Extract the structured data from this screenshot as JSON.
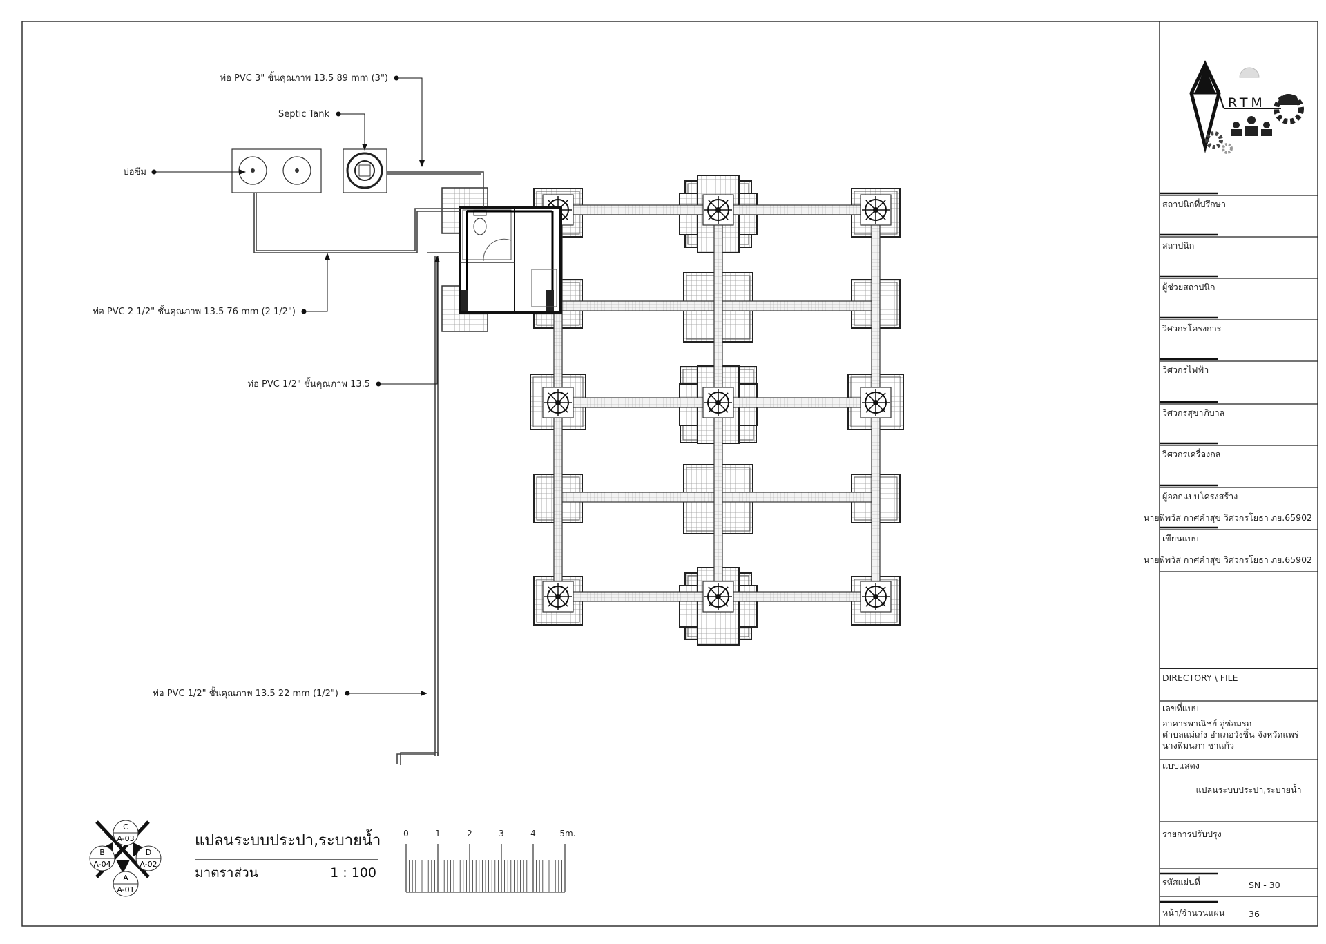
{
  "drawing": {
    "callouts": {
      "pipe_pvc_3in": "ท่อ PVC 3\" ชั้นคุณภาพ 13.5 89 mm (3\")",
      "septic_tank": "Septic Tank",
      "soak_pit": "บ่อซึม",
      "pipe_pvc_2_5in": "ท่อ PVC 2 1/2\" ชั้นคุณภาพ 13.5 76 mm (2 1/2\")",
      "pipe_pvc_half_short": "ท่อ PVC 1/2\" ชั้นคุณภาพ 13.5",
      "pipe_pvc_half_22mm": "ท่อ PVC 1/2\" ชั้นคุณภาพ 13.5 22 mm (1/2\")"
    },
    "compass": {
      "C": "C",
      "A03": "A-03",
      "B": "B",
      "A04": "A-04",
      "D": "D",
      "A02": "A-02",
      "A": "A",
      "A01": "A-01"
    },
    "plan_title": "แปลนระบบประปา,ระบายน้ำ",
    "scale_label": "มาตราส่วน",
    "scale_value": "1 : 100",
    "scale_bar": {
      "ticks": [
        "0",
        "1",
        "2",
        "3",
        "4",
        "5m."
      ]
    }
  },
  "title_block": {
    "logo_text": "RTM",
    "fields": [
      {
        "label": "สถาปนิกที่ปรึกษา",
        "value": ""
      },
      {
        "label": "สถาปนิก",
        "value": ""
      },
      {
        "label": "ผู้ช่วยสถาปนิก",
        "value": ""
      },
      {
        "label": "วิศวกรโครงการ",
        "value": ""
      },
      {
        "label": "วิศวกรไฟฟ้า",
        "value": ""
      },
      {
        "label": "วิศวกรสุขาภิบาล",
        "value": ""
      },
      {
        "label": "วิศวกรเครื่องกล",
        "value": ""
      },
      {
        "label": "ผู้ออกแบบโครงสร้าง",
        "value": "นายพิพวัส กาศคำสุข วิศวกรโยธา ภย.65902"
      },
      {
        "label": "เขียนแบบ",
        "value": "นายพิพวัส กาศคำสุข วิศวกรโยธา ภย.65902"
      }
    ],
    "directory_label": "DIRECTORY \\ FILE",
    "drawing_no_label": "เลขที่แบบ",
    "project_lines": [
      "อาคารพาณิชย์ อู่ซ่อมรถ",
      "ตำบลแม่เก๋ง อำเภอวังชิ้น จังหวัดแพร่",
      "นางพิมนภา ชาแก้ว"
    ],
    "drawing_show_label": "แบบแสดง",
    "drawing_show_value": "แปลนระบบประปา,ระบายน้ำ",
    "revision_label": "รายการปรับปรุง",
    "sheet_code_label": "รหัสแผ่นที่",
    "sheet_code_value": "SN - 30",
    "page_label": "หน้า/จำนวนแผ่น",
    "page_value": "36"
  }
}
